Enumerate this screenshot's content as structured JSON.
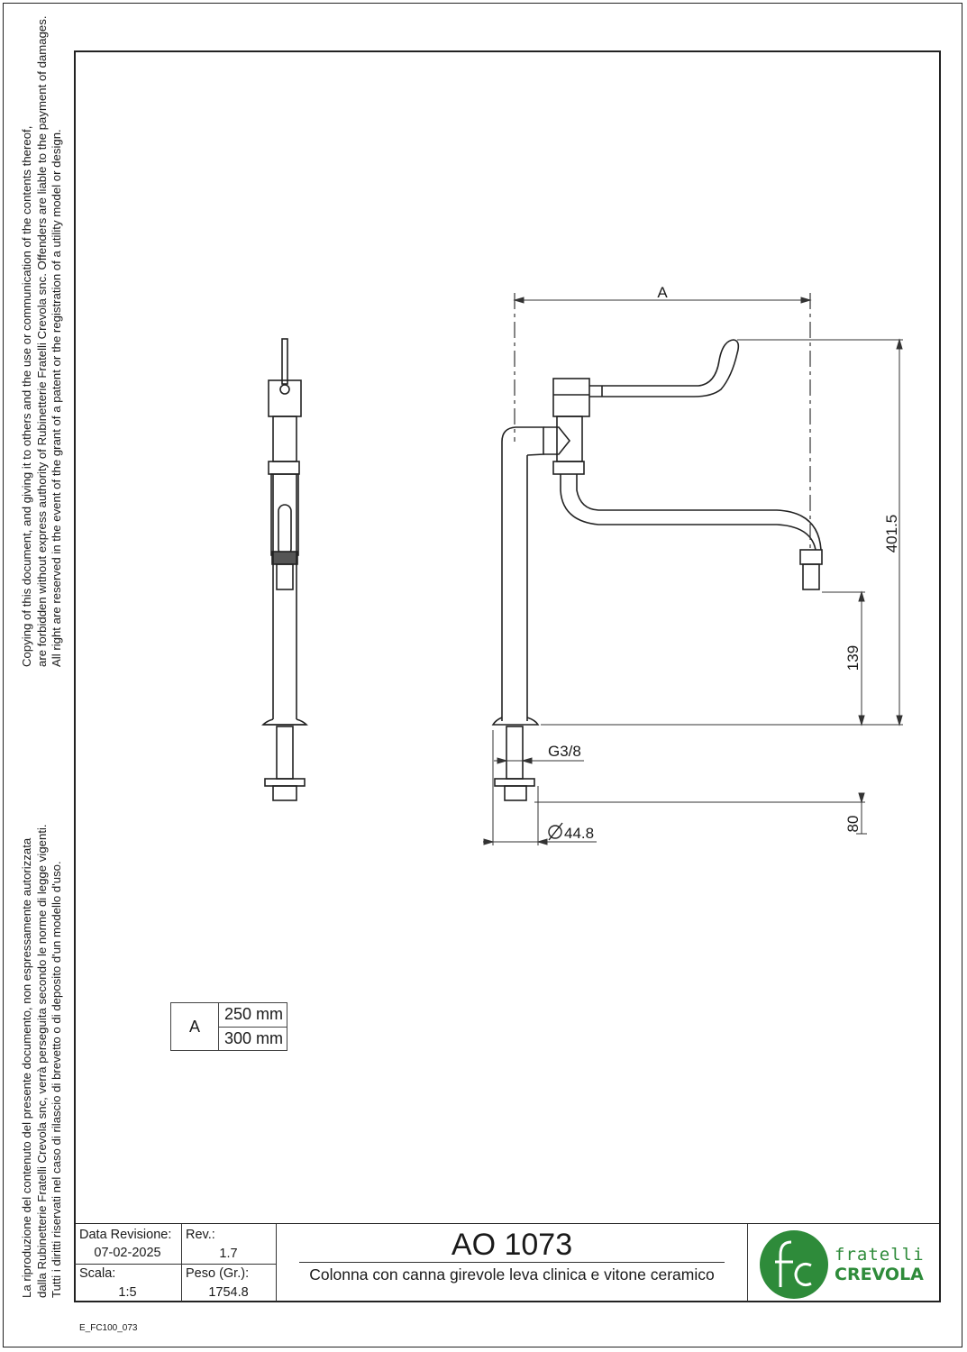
{
  "legal": {
    "en": [
      "Copying of this document, and giving it to others and the use or communication of the contents thereof,",
      "are forbidden without express authority of Rubinetterie Fratelli Crevola snc. Offenders are liable to the payment of damages.",
      "All right are reserved in the event of the grant of a patent or the registration of a utility model or design."
    ],
    "it": [
      "La riproduzione del contenuto del presente documento, non espressamente autorizzata",
      "dalla Rubinetterie Fratelli Crevola snc, verrà perseguita secondo le norme di legge vigenti.",
      "Tutti i diritti riservati nel caso di rilascio di brevetto o di deposito d'un modello d'uso."
    ]
  },
  "dimensions": {
    "a": "A",
    "height_total": "401.5",
    "spout_height": "139",
    "thread": "G3/8",
    "diameter": "44.8",
    "shank": "80"
  },
  "variants": {
    "key": "A",
    "values": [
      "250 mm",
      "300 mm"
    ]
  },
  "title_block": {
    "revision_date_label": "Data Revisione:",
    "revision_date": "07-02-2025",
    "rev_label": "Rev.:",
    "rev": "1.7",
    "scale_label": "Scala:",
    "scale": "1:5",
    "weight_label": "Peso (Gr.):",
    "weight": "1754.8",
    "code": "AO 1073",
    "description": "Colonna con canna girevole leva clinica e vitone ceramico",
    "brand_line1": "fratelli",
    "brand_line2": "CREVOLA"
  },
  "footer_code": "E_FC100_073",
  "colors": {
    "brand_green": "#2e8b3a",
    "line": "#222222"
  }
}
